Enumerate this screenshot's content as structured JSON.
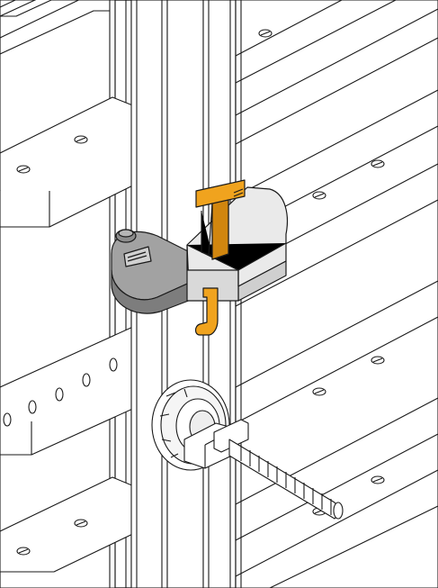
{
  "colors": {
    "line": "#1a1a1a",
    "panel": "#ffffff",
    "clamp_gray": "#9a9a9a",
    "clamp_light": "#d4d4d4",
    "clamp_white": "#ededed",
    "wedge_orange": "#f0a31e",
    "wedge_shadow": "#d1860f",
    "tie_rod": "#ffffff"
  },
  "icons": [
    "formwork-panel-left",
    "formwork-panel-right",
    "vertical-profile",
    "panel-clamp",
    "clamp-wedge",
    "tie-rod",
    "tie-nut-plate"
  ]
}
